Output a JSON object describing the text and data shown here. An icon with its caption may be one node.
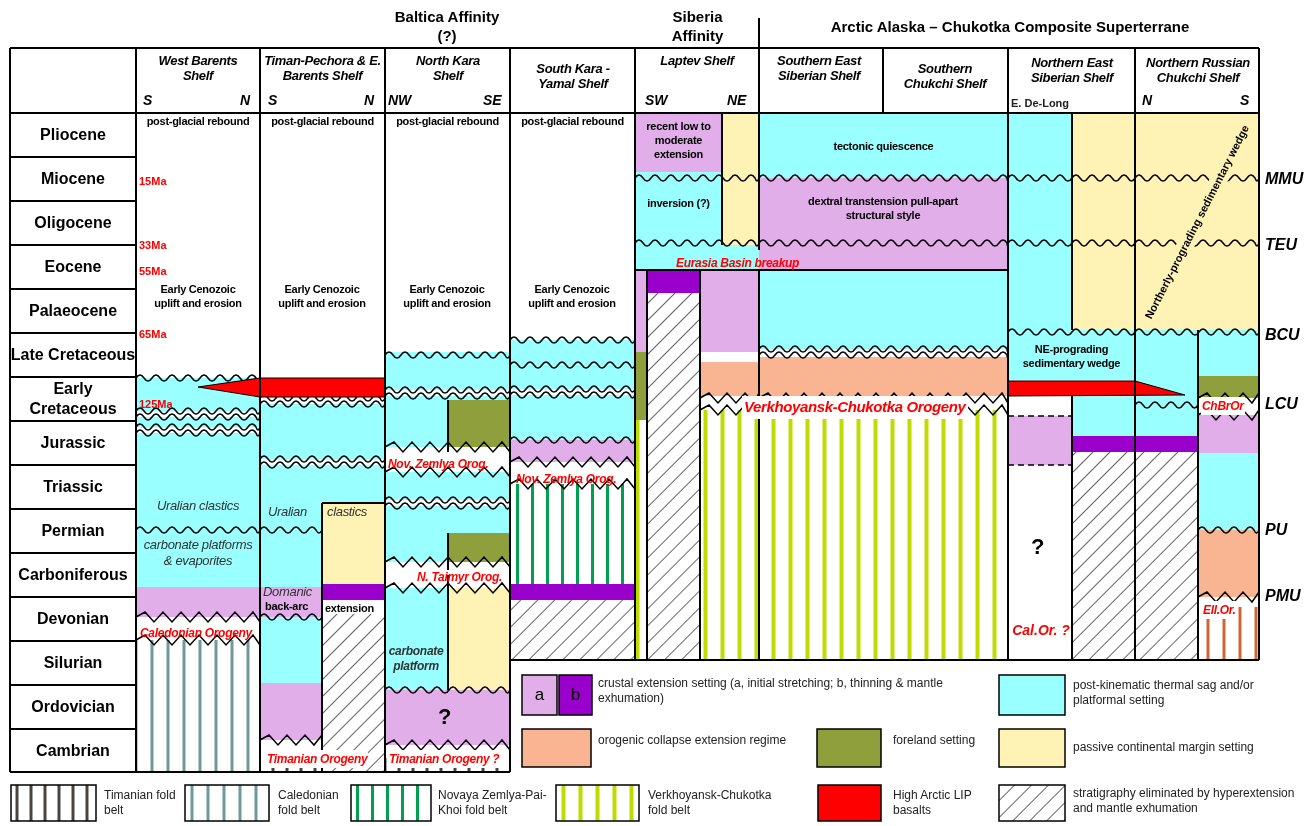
{
  "diagram": {
    "labels": [
      "Baltica Affinity (?)",
      "Siberia Affinity",
      "Arctic Alaska – Chukotka Composite Superterrane",
      "West Barents Shelf",
      "S",
      "N",
      "Timan-Pechora & E. Barents Shelf",
      "S",
      "N",
      "North Kara Shelf",
      "NW",
      "SE",
      "South Kara - Yamal Shelf",
      "Laptev Shelf",
      "SW",
      "NE",
      "Southern East Siberian Shelf",
      "Southern Chukchi Shelf",
      "Northern East Siberian Shelf",
      "E. De-Long",
      "Northern Russian Chukchi Shelf",
      "N",
      "S",
      "Pliocene",
      "Miocene",
      "Oligocene",
      "Eocene",
      "Palaeocene",
      "Late Cretaceous",
      "Early Cretaceous",
      "Jurassic",
      "Triassic",
      "Permian",
      "Carboniferous",
      "Devonian",
      "Silurian",
      "Ordovician",
      "Cambrian",
      "post-glacial rebound",
      "post-glacial rebound",
      "post-glacial rebound",
      "post-glacial rebound",
      "recent low to moderate extension",
      "tectonic quiescence",
      "15Ma",
      "inversion (?)",
      "dextral transtension pull-apart structural style",
      "33Ma",
      "Eurasia Basin breakup",
      "55Ma",
      "Early Cenozoic uplift and erosion",
      "Early Cenozoic uplift and erosion",
      "Early Cenozoic uplift and erosion",
      "Early Cenozoic uplift and erosion",
      "65Ma",
      "Northerly-prograding sedimentary wedge",
      "NE-prograding sedimentary wedge",
      "125Ma",
      "Verkhoyansk-Chukotka Orogeny",
      "ChBrOr",
      "Nov. Zemlya Orog.",
      "Nov. Zemlya Orog.",
      "Uralian clastics",
      "Uralian",
      "clastics",
      "carbonate platforms & evaporites",
      "?",
      "N. Taimyr Orog.",
      "Domanic",
      "back-arc",
      "extension",
      "Caledonian Orogeny",
      "Cal.Or. ?",
      "Ell.Or.",
      "carbonate platform",
      "?",
      "Timanian Orogeny",
      "Timanian Orogeny ?",
      "MMU",
      "TEU",
      "BCU",
      "LCU",
      "PU",
      "PMU",
      "crustal extension setting (a, initial stretching; b, thinning & mantle exhumation)"
    ],
    "legend": [
      {
        "text": "a",
        "color": "#e2aee9"
      },
      {
        "text": "b",
        "color": "#9900cc"
      },
      {
        "text": "orogenic collapse extension regime",
        "color": "#f9b491"
      },
      {
        "text": "foreland setting",
        "color": "#8f9f3b"
      },
      {
        "text": "post-kinematic thermal sag and/or platformal setting",
        "color": "#99ffff"
      },
      {
        "text": "passive continental margin setting",
        "color": "#fff2b5"
      },
      {
        "text": "Timanian fold belt"
      },
      {
        "text": "Caledonian fold belt"
      },
      {
        "text": "Novaya Zemlya-Pai-Khoi fold belt"
      },
      {
        "text": "Verkhoyansk-Chukotka fold belt"
      },
      {
        "text": "High Arctic LIP basalts",
        "color": "#ff0000"
      },
      {
        "text": "stratigraphy eliminated by hyperextension and mantle exhumation"
      }
    ]
  }
}
